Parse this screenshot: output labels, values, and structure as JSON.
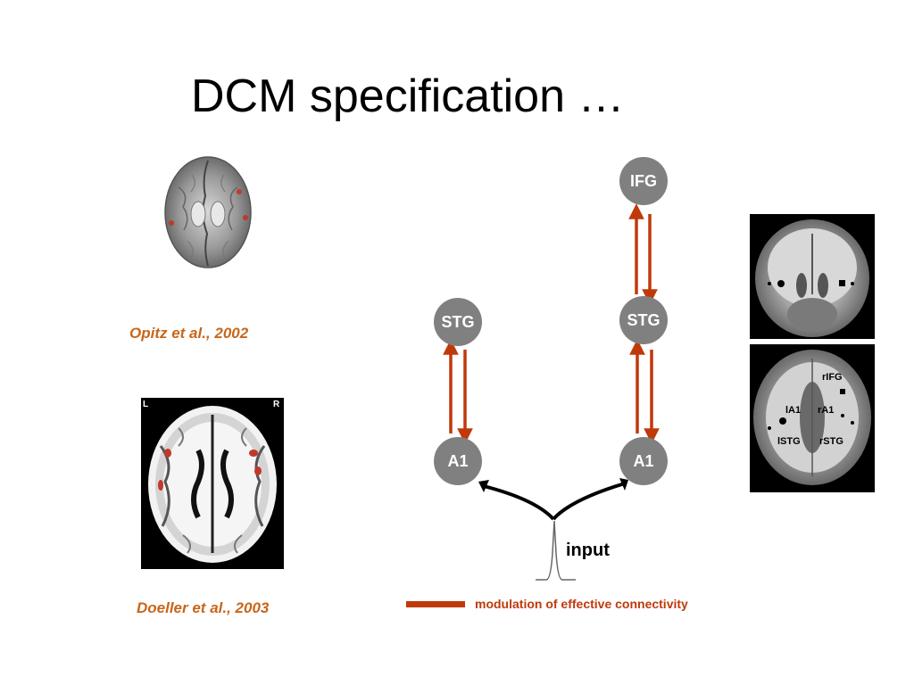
{
  "title": "DCM specification …",
  "citations": {
    "opitz": "Opitz et al., 2002",
    "doeller": "Doeller et al., 2003"
  },
  "nodes": {
    "left_stg": "STG",
    "left_a1": "A1",
    "right_ifg": "IFG",
    "right_stg": "STG",
    "right_a1": "A1"
  },
  "input_label": "input",
  "legend": {
    "text": "modulation of effective connectivity",
    "color": "#c0390b"
  },
  "brain_scan_labels": {
    "l_marker": "L",
    "r_marker": "R",
    "rifg": "rIFG",
    "la1": "lA1",
    "ra1": "rA1",
    "lstg": "lSTG",
    "rstg": "rSTG"
  }
}
